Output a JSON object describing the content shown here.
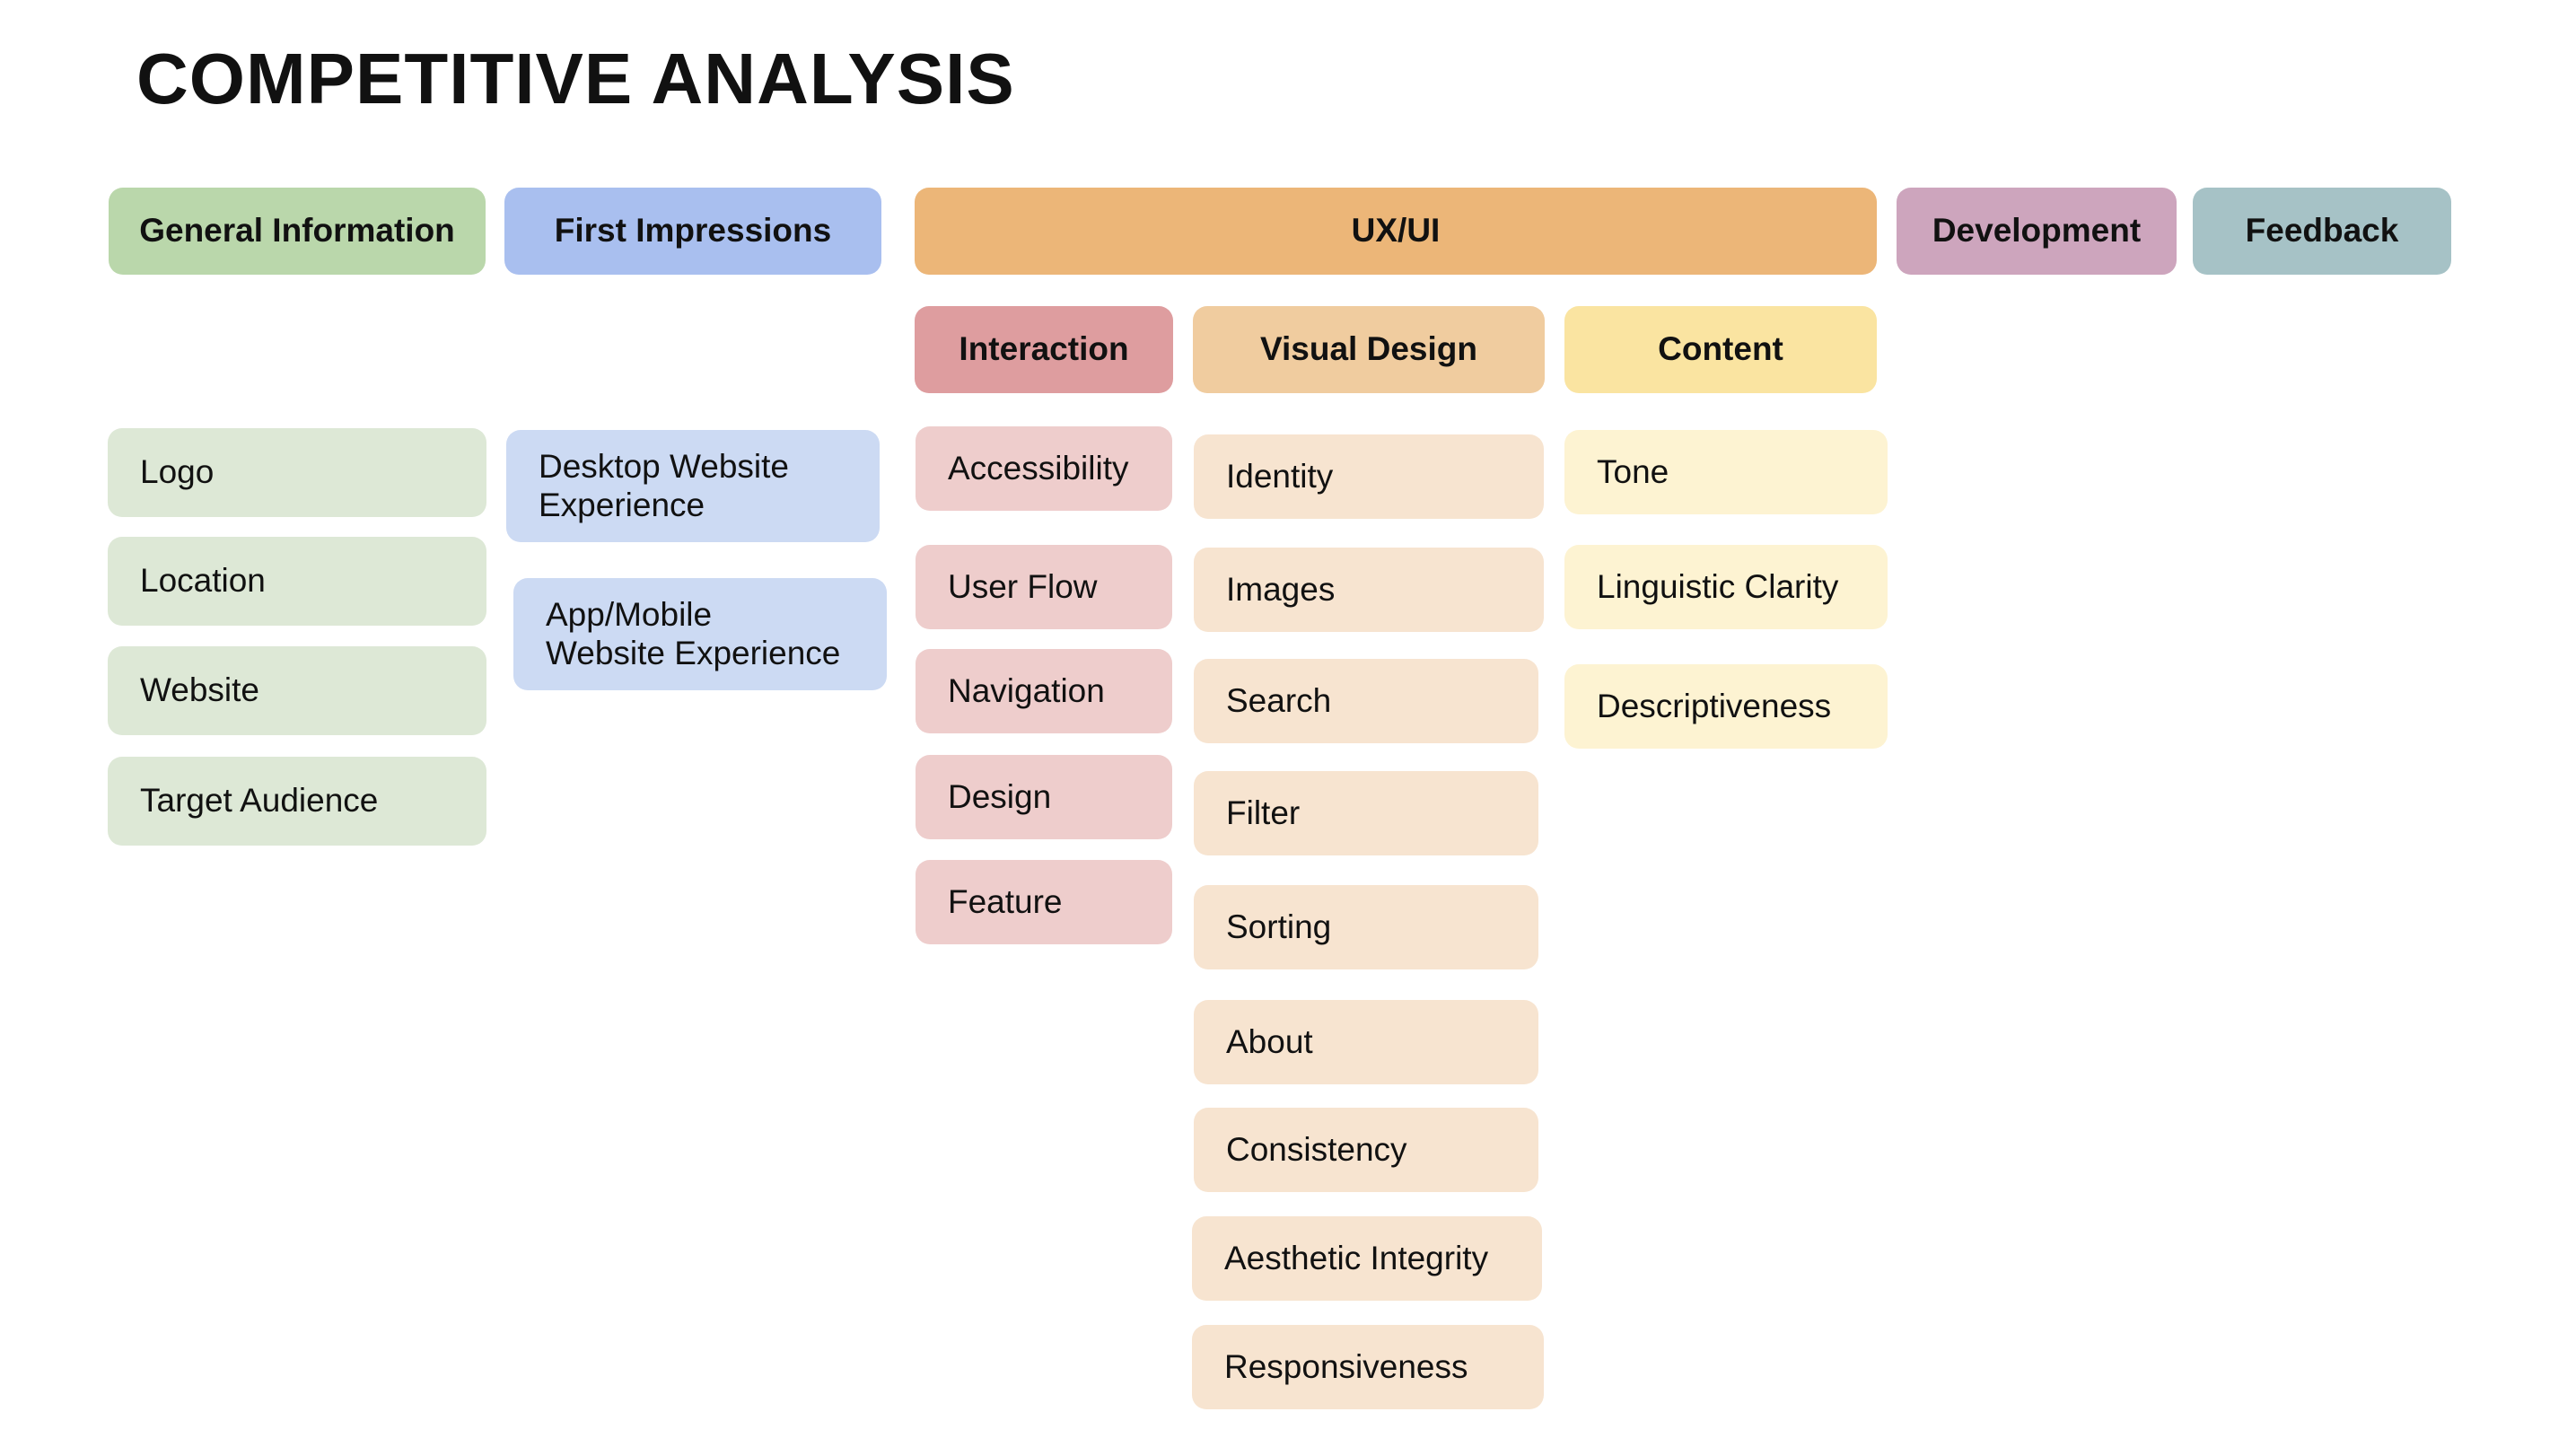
{
  "title": "COMPETITIVE ANALYSIS",
  "headers": {
    "general": "General Information",
    "first": "First Impressions",
    "uxui": "UX/UI",
    "development": "Development",
    "feedback": "Feedback",
    "interaction": "Interaction",
    "visual": "Visual Design",
    "content": "Content"
  },
  "general_items": [
    "Logo",
    "Location",
    "Website",
    "Target Audience"
  ],
  "first_items": [
    "Desktop Website\nExperience",
    "App/Mobile\nWebsite Experience"
  ],
  "interaction_items": [
    "Accessibility",
    "User Flow",
    "Navigation",
    "Design",
    "Feature"
  ],
  "visual_items": [
    "Identity",
    "Images",
    "Search",
    "Filter",
    "Sorting",
    "About",
    "Consistency",
    "Aesthetic Integrity",
    "Responsiveness"
  ],
  "content_items": [
    "Tone",
    "Linguistic Clarity",
    "Descriptiveness"
  ],
  "colors": {
    "general_header": "#bad7ab",
    "first_header": "#a9bfef",
    "uxui_header": "#ecb678",
    "development_header": "#cda5bd",
    "feedback_header": "#a6c2c6",
    "interaction_header": "#de9d9f",
    "visual_header": "#f0cc9f",
    "content_header": "#fae4a1"
  }
}
